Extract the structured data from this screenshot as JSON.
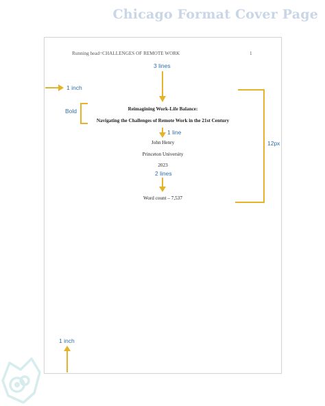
{
  "banner": {
    "title": "Chicago Format Cover Page"
  },
  "document": {
    "running_head": "Running head=CHALLENGES OF REMOTE WORK",
    "page_number": "1",
    "title_line1": "Reimagining Work-Life Balance:",
    "title_line2": "Navigating the Challenges of Remote Work in the 21st Century",
    "author": "John Henry",
    "institution": "Princeton University",
    "year": "2023",
    "word_count": "Word count – 7,537"
  },
  "annotations": {
    "three_lines": "3 lines",
    "left_margin": "1 inch",
    "bold": "Bold",
    "one_line": "1 line",
    "two_lines": "2 lines",
    "font_size": "12px",
    "bottom_margin": "1 inch"
  },
  "colors": {
    "accent": "#e5b22a",
    "annotation_text": "#2f6fa8",
    "banner_text": "#c9d6e8",
    "logo": "#d7ecec"
  }
}
